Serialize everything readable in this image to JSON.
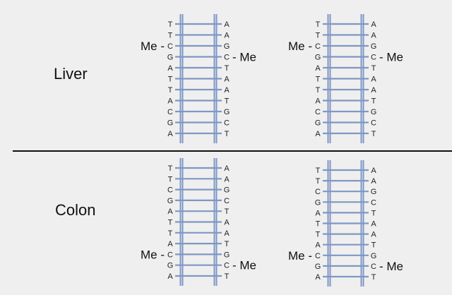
{
  "sections": [
    {
      "tissue_label": "Liver",
      "diagrams": [
        {
          "left_strand": [
            "T",
            "T",
            "C",
            "G",
            "A",
            "T",
            "T",
            "A",
            "C",
            "G",
            "A"
          ],
          "right_strand": [
            "A",
            "A",
            "G",
            "C",
            "T",
            "A",
            "A",
            "T",
            "G",
            "C",
            "T"
          ],
          "methyl_label": "Me",
          "left_methyl_index": 2,
          "right_methyl_index": 3
        },
        {
          "left_strand": [
            "T",
            "T",
            "C",
            "G",
            "A",
            "T",
            "T",
            "A",
            "C",
            "G",
            "A"
          ],
          "right_strand": [
            "A",
            "A",
            "G",
            "C",
            "T",
            "A",
            "A",
            "T",
            "G",
            "C",
            "T"
          ],
          "methyl_label": "Me",
          "left_methyl_index": 2,
          "right_methyl_index": 3
        }
      ]
    },
    {
      "tissue_label": "Colon",
      "diagrams": [
        {
          "left_strand": [
            "T",
            "T",
            "C",
            "G",
            "A",
            "T",
            "T",
            "A",
            "C",
            "G",
            "A"
          ],
          "right_strand": [
            "A",
            "A",
            "G",
            "C",
            "T",
            "A",
            "A",
            "T",
            "G",
            "C",
            "T"
          ],
          "methyl_label": "Me",
          "left_methyl_index": 8,
          "right_methyl_index": 9
        },
        {
          "left_strand": [
            "T",
            "T",
            "C",
            "G",
            "A",
            "T",
            "T",
            "A",
            "C",
            "G",
            "A"
          ],
          "right_strand": [
            "A",
            "A",
            "G",
            "C",
            "T",
            "A",
            "A",
            "T",
            "G",
            "C",
            "T"
          ],
          "methyl_label": "Me",
          "left_methyl_index": 8,
          "right_methyl_index": 9
        }
      ]
    }
  ],
  "colors": {
    "background": "#efefef",
    "ladder": "#7f97c4",
    "divider": "#111111",
    "text": "#222222"
  }
}
